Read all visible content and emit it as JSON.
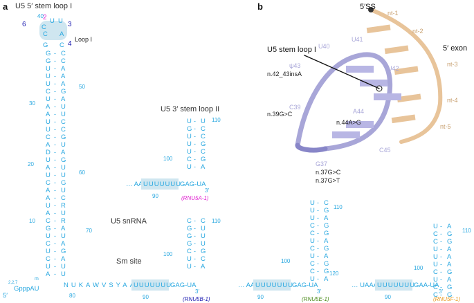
{
  "panels": {
    "a": {
      "label": "a",
      "title": "U5 5′ stem loop I",
      "loop1_label": "Loop I",
      "loop_numbers": [
        "2",
        "3",
        "4",
        "6"
      ],
      "title_loop2": "U5 3′ stem loop II",
      "snrna_label": "U5 snRNA",
      "sm_site_label": "Sm site",
      "cap_label": "5′",
      "cap_superscript": "2,2,7",
      "cap_m": "m",
      "cap_seq": "GpppAU",
      "prime3": "3′",
      "numbers": [
        "40",
        "50",
        "30",
        "20",
        "60",
        "10",
        "70",
        "80",
        "90",
        "90",
        "90",
        "90",
        "110",
        "100",
        "110",
        "100",
        "110",
        "100",
        "120",
        "110",
        "100",
        "90"
      ],
      "genes": [
        "(RNU5A-1)",
        "(RNU5B-1)",
        "(RNU5E-1)",
        "(RNU5F-1)"
      ],
      "main_strand": "NUKAWVSYAA",
      "sm_box": "UUUUUUU",
      "tail_seq": "GAG-UA",
      "tail_5e": "GAG-UA",
      "tail_5f": "GAA-UA",
      "tail_5a": "GAG-UA",
      "lead_5a": "… AA",
      "lead_5e": "… AA",
      "lead_5f": "… UAAA",
      "stem_rows": [
        [
          "G",
          "C"
        ],
        [
          "G",
          "C"
        ],
        [
          "U",
          "A"
        ],
        [
          "U",
          "A"
        ],
        [
          "U",
          "A"
        ],
        [
          "C",
          "G"
        ],
        [
          "U",
          "A"
        ],
        [
          "A",
          "U"
        ],
        [
          "A",
          "U"
        ],
        [
          "U",
          "C"
        ],
        [
          "U",
          "C"
        ],
        [
          "C",
          "G"
        ],
        [
          "A",
          "U"
        ],
        [
          "D",
          "A"
        ],
        [
          "U",
          "G"
        ],
        [
          "A",
          "U"
        ],
        [
          "U",
          "U"
        ],
        [
          "C",
          "G"
        ],
        [
          "A",
          "U"
        ],
        [
          "A",
          "C"
        ],
        [
          "U",
          "R"
        ],
        [
          "A",
          "U"
        ],
        [
          "C",
          "R"
        ],
        [
          "G",
          "A"
        ],
        [
          "U",
          "U"
        ],
        [
          "C",
          "A"
        ],
        [
          "U",
          "G"
        ],
        [
          "C",
          "A"
        ],
        [
          "U",
          "U"
        ],
        [
          "A",
          "U"
        ]
      ],
      "loop2_5a": [
        "U",
        "U",
        "G",
        "C",
        "U",
        "C",
        "U",
        "G",
        "U",
        "C",
        "C",
        "G",
        "U",
        "A"
      ],
      "loop2_5b": [
        "C",
        "C",
        "G",
        "U",
        "G",
        "U",
        "G",
        "U",
        "C",
        "G",
        "U",
        "C",
        "U",
        "A"
      ],
      "loop2_5e": [
        "U",
        "C",
        "U",
        "G",
        "U",
        "A",
        "C",
        "G",
        "C",
        "G",
        "U",
        "A",
        "C",
        "G",
        "U",
        "A",
        "C",
        "G",
        "C",
        "G",
        "U",
        "A"
      ],
      "loop2_5f": [
        "U",
        "A",
        "C",
        "G",
        "C",
        "G",
        "U",
        "A",
        "U",
        "A",
        "U",
        "A",
        "C",
        "G",
        "U",
        "A",
        "C",
        "G",
        "C",
        "G"
      ]
    },
    "b": {
      "label": "b",
      "ss_label": "5′SS",
      "exon_label": "5′ exon",
      "stem_label": "U5 stem loop I",
      "nts": [
        "nt-1",
        "nt-2",
        "nt-3",
        "nt-4",
        "nt-5"
      ],
      "residues": [
        "U40",
        "U41",
        "U42",
        "C39",
        "A44",
        "C45",
        "G37"
      ],
      "psi_label": "ψ43",
      "mut_psi": "n.42_43insA",
      "mut_c39": "n.39G>C",
      "mut_a44": "n.44A>G",
      "mut_g37_1": "n.37G>C",
      "mut_g37_2": "n.37G>T"
    }
  },
  "colors": {
    "rna_blue": "#29a8e0",
    "purple": "#a8a6d8",
    "tan": "#e8c49a",
    "magenta": "#e01fd0",
    "navy": "#1a1ab0",
    "orange": "#e89a20",
    "green": "#4a8a1a",
    "highlight": "#cfe6f0"
  }
}
